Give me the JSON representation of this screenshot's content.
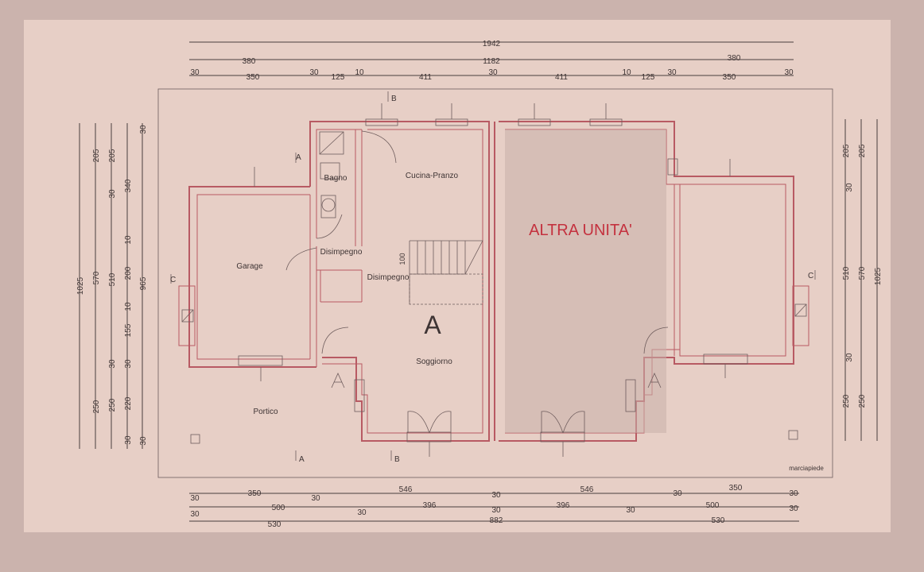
{
  "dimensions": {
    "top_row1": [
      "1942"
    ],
    "top_row2": [
      "380",
      "1182",
      "380"
    ],
    "top_row3": [
      "30",
      "350",
      "30",
      "125",
      "10",
      "411",
      "30",
      "411",
      "10",
      "125",
      "30",
      "350",
      "30"
    ],
    "bottom_row1": [
      "30",
      "350",
      "30",
      "546",
      "30",
      "546",
      "30",
      "350",
      "30"
    ],
    "bottom_row2": [
      "30",
      "500",
      "30",
      "396",
      "30",
      "396",
      "30",
      "500",
      "30"
    ],
    "bottom_row3": [
      "530",
      "882",
      "530"
    ],
    "left_col1": [
      "1025"
    ],
    "left_col2": [
      "205",
      "570",
      "250"
    ],
    "left_col3": [
      "30",
      "510",
      "30",
      "250"
    ],
    "left_col4": [
      "205",
      "340",
      "10",
      "200",
      "10",
      "155",
      "30",
      "220",
      "30"
    ],
    "left_col5": [
      "30",
      "965",
      "30"
    ],
    "right_col1": [
      "205",
      "30",
      "510",
      "30",
      "250"
    ],
    "right_col2": [
      "205",
      "570",
      "250"
    ],
    "right_col3": [
      "1025"
    ]
  },
  "rooms": {
    "cucina": "Cucina-Pranzo",
    "garage": "Garage",
    "bagno": "Bagno",
    "disimpegno1": "Disimpegno",
    "disimpegno2": "Disimpegno",
    "soggiorno": "Soggiorno",
    "portico": "Portico",
    "unit_a": "A",
    "altra_unita": "ALTRA UNITA'",
    "marciapiede": "marciapiede"
  },
  "sections": {
    "a_top": "A",
    "a_bottom": "A",
    "b_top": "B",
    "b_bottom": "B",
    "c_left": "C",
    "c_right": "C"
  },
  "stair_label": "100",
  "colors": {
    "paper": "#e7cfc6",
    "walls": "#b85a63",
    "altra_unita_text": "#c4323f",
    "ink": "#3e3434"
  }
}
